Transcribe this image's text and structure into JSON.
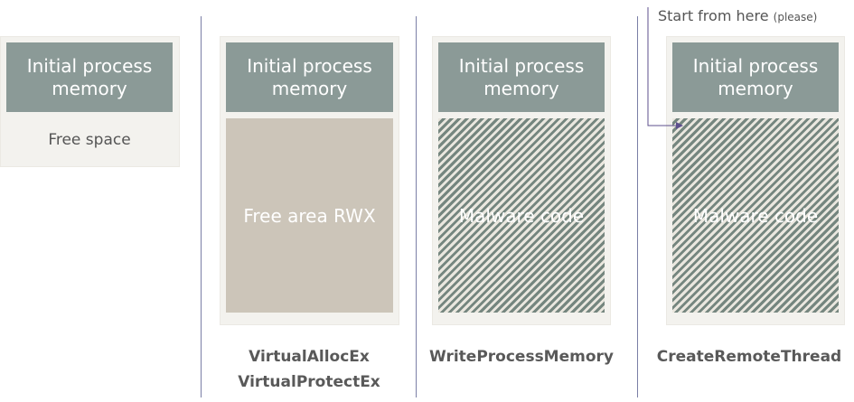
{
  "panel1": {
    "memory_label": "Initial process memory",
    "free_space_label": "Free space"
  },
  "panel2": {
    "memory_label": "Initial process memory",
    "region_label": "Free area RWX",
    "api_line1": "VirtualAllocEx",
    "api_line2": "VirtualProtectEx"
  },
  "panel3": {
    "memory_label": "Initial process memory",
    "region_label": "Malware code",
    "api_line1": "WriteProcessMemory"
  },
  "panel4": {
    "memory_label": "Initial process memory",
    "region_label": "Malware code",
    "api_line1": "CreateRemoteThread",
    "start_text": "Start from here",
    "start_note": "(please)"
  },
  "colors": {
    "memory_block": "#8b9a97",
    "frame": "#f3f2ee",
    "rwx_region": "#ccc5b9",
    "hatch_dark": "#75867f",
    "hatch_light": "#eae7df",
    "divider": "#7b7fa6",
    "arrow": "#5d4f8c"
  }
}
